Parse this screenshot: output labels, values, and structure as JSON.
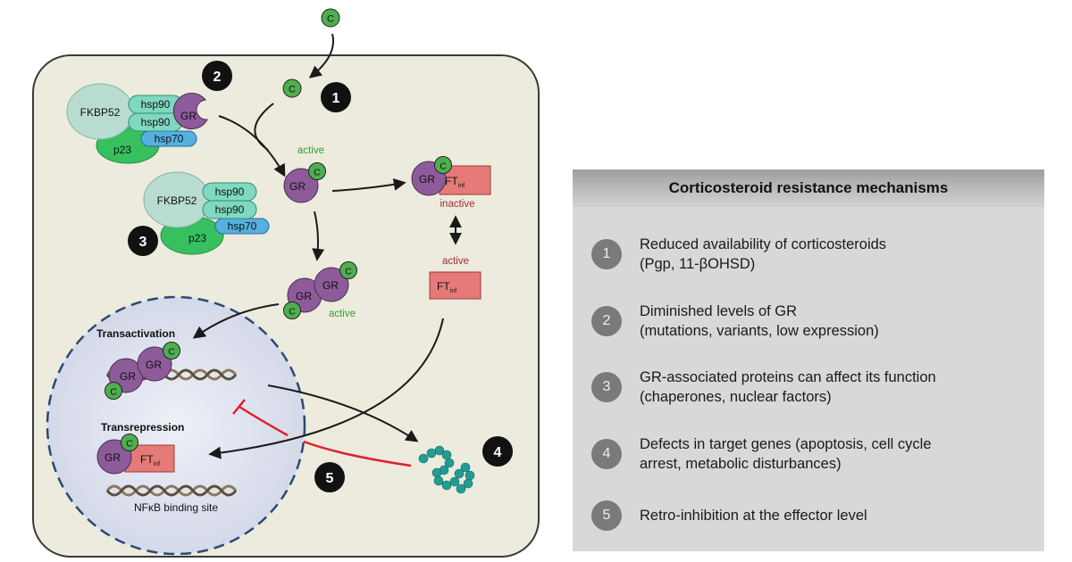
{
  "diagram": {
    "ligand": "C",
    "markers": [
      "1",
      "2",
      "3",
      "4",
      "5"
    ],
    "chaperone_complex": {
      "fkbp52": "FKBP52",
      "hsp90_a": "hsp90",
      "hsp90_b": "hsp90",
      "hsp70": "hsp70",
      "p23": "p23",
      "gr": "GR"
    },
    "state_active": "active",
    "state_inactive": "inactive",
    "receptor": "GR",
    "transcription_factor": "FT",
    "transcription_factor_sub": "inf",
    "nucleus": {
      "transactivation": "Transactivation",
      "transrepression": "Transrepression",
      "binding_site": "NFκB binding site"
    }
  },
  "panel": {
    "title": "Corticosteroid resistance mechanisms",
    "items": [
      {
        "number": "1",
        "line1": "Reduced availability of corticosteroids",
        "line2": "(Pgp, 11-βOHSD)"
      },
      {
        "number": "2",
        "line1": "Diminished levels of GR",
        "line2": "(mutations, variants, low expression)"
      },
      {
        "number": "3",
        "line1": "GR-associated proteins can affect its function",
        "line2": "(chaperones, nuclear factors)"
      },
      {
        "number": "4",
        "line1": "Defects in target genes (apoptosis, cell cycle",
        "line2": "arrest, metabolic disturbances)"
      },
      {
        "number": "5",
        "line1": "Retro-inhibition at the effector level",
        "line2": ""
      }
    ]
  },
  "colors": {
    "cell_fill": "#ecebdd",
    "nucleus_fill": "#dde1ee",
    "nucleus_border": "#2a4a75",
    "ligand_green": "#4fae4f",
    "receptor_purple": "#8e5b9a",
    "transcription_factor_red": "#e57a78",
    "inhibition_red": "#e0202a",
    "protein_teal": "#229d96",
    "active_label_green": "#3a9a3a",
    "inactive_label_red": "#a03030",
    "panel_gray": "#d8d8d8",
    "number_badge_gray": "#7a7a7a"
  }
}
